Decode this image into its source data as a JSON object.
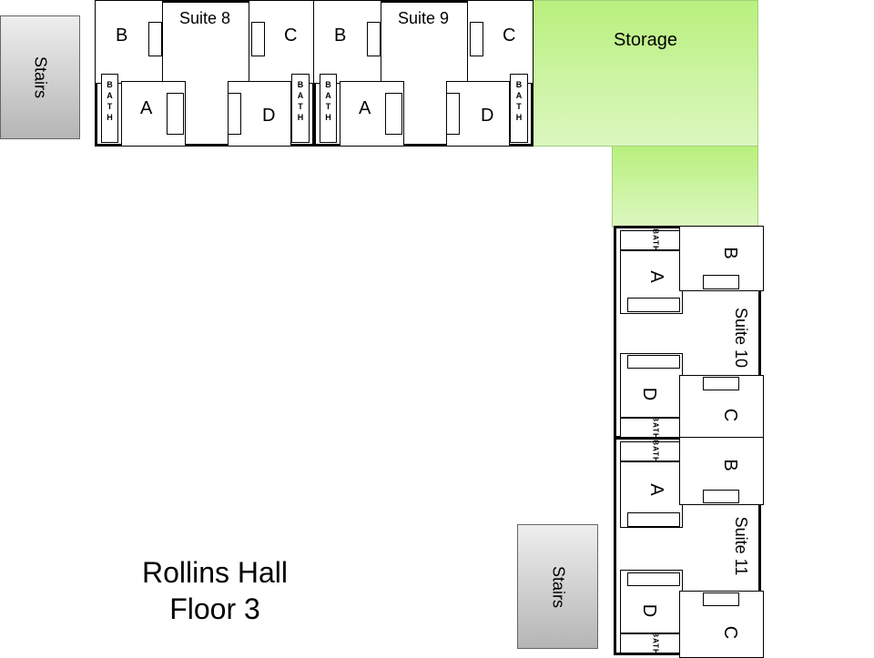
{
  "stairs_label": "Stairs",
  "storage_label": "Storage",
  "bath_label": "BATH",
  "suites": [
    {
      "title": "Suite 8",
      "rooms": [
        "A",
        "B",
        "C",
        "D"
      ]
    },
    {
      "title": "Suite 9",
      "rooms": [
        "A",
        "B",
        "C",
        "D"
      ]
    },
    {
      "title": "Suite 10",
      "rooms": [
        "A",
        "B",
        "C",
        "D"
      ]
    },
    {
      "title": "Suite 11",
      "rooms": [
        "A",
        "B",
        "C",
        "D"
      ]
    }
  ],
  "building": {
    "line1": "Rollins Hall",
    "line2": "Floor 3"
  },
  "colors": {
    "storage": "#b9f07e",
    "stairs": "#cccccc"
  }
}
